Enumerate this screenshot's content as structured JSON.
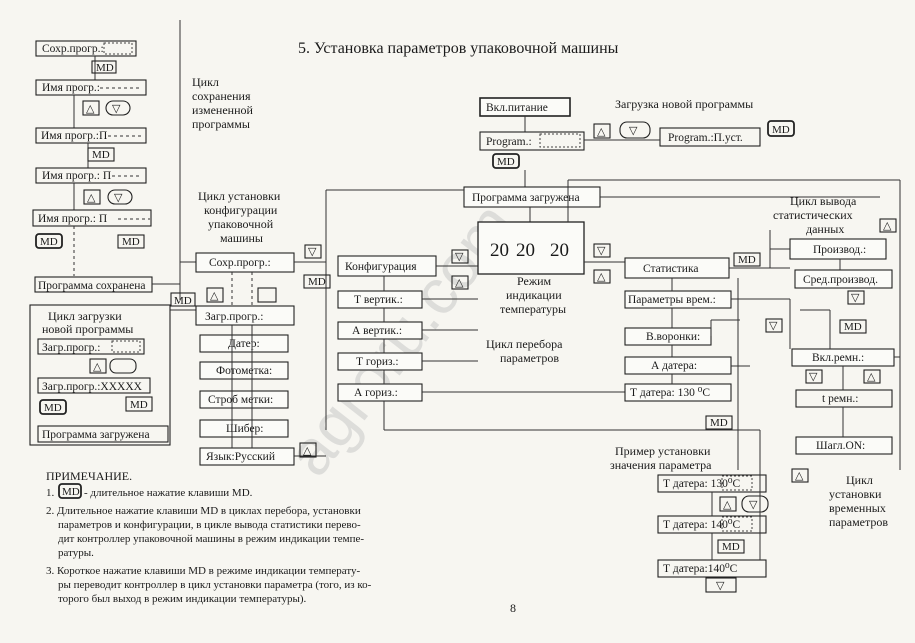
{
  "title": "5.  Установка параметров упаковочной машины",
  "page_number": "8",
  "watermark": "agroru.com",
  "keys": {
    "md": "MD",
    "up": "△",
    "down": "▽"
  },
  "left_column": {
    "cycle_label": [
      "Цикл",
      "сохранения",
      "измененной",
      "программы"
    ],
    "save_prog": "Сохр.прогр.:",
    "name_prog_1": "Имя прогр.:",
    "name_prog_2": "Имя прогр.:П",
    "name_prog_3": "Имя прогр.: П",
    "name_prog_4": "Имя прогр.: П",
    "program_saved": "Программа сохранена",
    "load_cycle_label": [
      "Цикл загрузки",
      "новой программы"
    ],
    "load_prog_1": "Загр.прогр.:",
    "load_prog_2": "Загр.прогр.:XXXXX",
    "program_loaded": "Программа загружена"
  },
  "config_column": {
    "cycle_label": [
      "Цикл установки",
      "конфигурации",
      "упаковочной",
      "машины"
    ],
    "items": [
      "Сохр.прогр.:",
      "Загр.прогр.:",
      "Датер:",
      "Фотометка:",
      "Строб метки:",
      "Шибер:",
      "Язык:Русский"
    ]
  },
  "params_column": {
    "config": "Конфигурация",
    "items": [
      "Т вертик.:",
      "А вертик.:",
      "Т гориз.:",
      "А гориз.:"
    ],
    "cycle_label": [
      "Цикл перебора",
      "параметров"
    ]
  },
  "top": {
    "power_on": "Вкл.питание",
    "new_prog_label": "Загрузка новой программы",
    "program_1": "Program.:",
    "program_2": "Program.:П.уст.",
    "program_loaded": "Программа загружена",
    "temp_display": [
      "20",
      "20",
      "20"
    ],
    "mode_label": [
      "Режим",
      "индикации",
      "температуры"
    ]
  },
  "stats": {
    "title": "Статистика",
    "params_time": "Параметры врем.:",
    "funnel": "В.воронки:",
    "a_dater": "А датера:",
    "t_dater": "Т датера:  130 ⁰С",
    "output_label": [
      "Цикл вывода",
      "статистических",
      "данных"
    ],
    "production": "Производ.:",
    "avg_production": "Сред.производ."
  },
  "time_params": {
    "on_time": "Вкл.ремн.:",
    "t_belt": "t ремн.:",
    "step_on": "Шагл.ON:",
    "cycle_label": [
      "Цикл",
      "установки",
      "временных",
      "параметров"
    ]
  },
  "example": {
    "label": [
      "Пример установки",
      "значения параметра"
    ],
    "row1": "Т датера: 130⁰С",
    "row2": "Т датера: 140⁰С",
    "row3": "Т датера:140⁰С"
  },
  "notes": {
    "heading": "ПРИМЕЧАНИЕ.",
    "n1": "- длительное нажатие клавиши MD.",
    "n2": [
      "2. Длительное нажатие клавиши MD в циклах перебора, установки",
      "параметров и конфигурации, в цикле вывода статистики перево-",
      "дит контроллер упаковочной машины  в режим индикации темпе-",
      "ратуры."
    ],
    "n3": [
      "3. Короткое нажатие клавиши MD в режиме индикации температу-",
      "ры переводит контроллер в цикл установки параметра (того, из ко-",
      "торого был выход в режим индикации температуры)."
    ]
  }
}
